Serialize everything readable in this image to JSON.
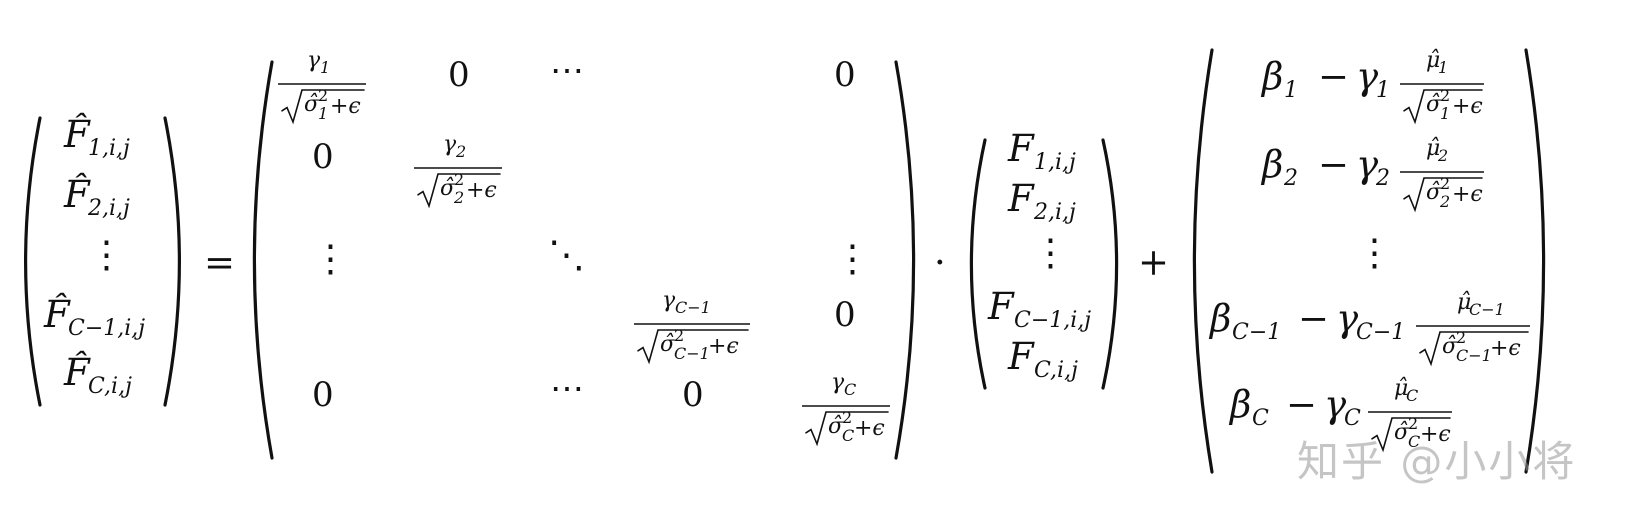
{
  "equation": {
    "lhs": [
      {
        "sym": "F̂",
        "sub": "1,i,j"
      },
      {
        "sym": "F̂",
        "sub": "2,i,j"
      },
      {
        "sym": "⋮",
        "sub": ""
      },
      {
        "sym": "F̂",
        "sub": "C−1,i,j"
      },
      {
        "sym": "F̂",
        "sub": "C,i,j"
      }
    ],
    "equals": "=",
    "matrix": {
      "zero": "0",
      "hdots": "⋯",
      "vdots": "⋮",
      "ddots": "⋱",
      "diag": [
        {
          "num": "γ",
          "num_sub": "1",
          "den": "σ̂",
          "den_sub": "1",
          "den_sup": "2",
          "eps": "+ϵ"
        },
        {
          "num": "γ",
          "num_sub": "2",
          "den": "σ̂",
          "den_sub": "2",
          "den_sup": "2",
          "eps": "+ϵ"
        },
        {
          "num": "γ",
          "num_sub": "C−1",
          "den": "σ̂",
          "den_sub": "C−1",
          "den_sup": "2",
          "eps": "+ϵ"
        },
        {
          "num": "γ",
          "num_sub": "C",
          "den": "σ̂",
          "den_sub": "C",
          "den_sup": "2",
          "eps": "+ϵ"
        }
      ]
    },
    "dot": "·",
    "input": [
      {
        "sym": "F",
        "sub": "1,i,j"
      },
      {
        "sym": "F",
        "sub": "2,i,j"
      },
      {
        "sym": "⋮",
        "sub": ""
      },
      {
        "sym": "F",
        "sub": "C−1,i,j"
      },
      {
        "sym": "F",
        "sub": "C,i,j"
      }
    ],
    "plus": "+",
    "bias": [
      {
        "beta": "β",
        "sub": "1",
        "minus": "−",
        "gamma": "γ",
        "mu": "μ̂",
        "sig": "σ̂"
      },
      {
        "beta": "β",
        "sub": "2",
        "minus": "−",
        "gamma": "γ",
        "mu": "μ̂",
        "sig": "σ̂"
      },
      {
        "beta": "β",
        "sub": "C−1",
        "minus": "−",
        "gamma": "γ",
        "mu": "μ̂",
        "sig": "σ̂"
      },
      {
        "beta": "β",
        "sub": "C",
        "minus": "−",
        "gamma": "γ",
        "mu": "μ̂",
        "sig": "σ̂"
      }
    ],
    "sup2": "2",
    "eps": "+ϵ"
  },
  "watermark": "知乎 @小小将"
}
